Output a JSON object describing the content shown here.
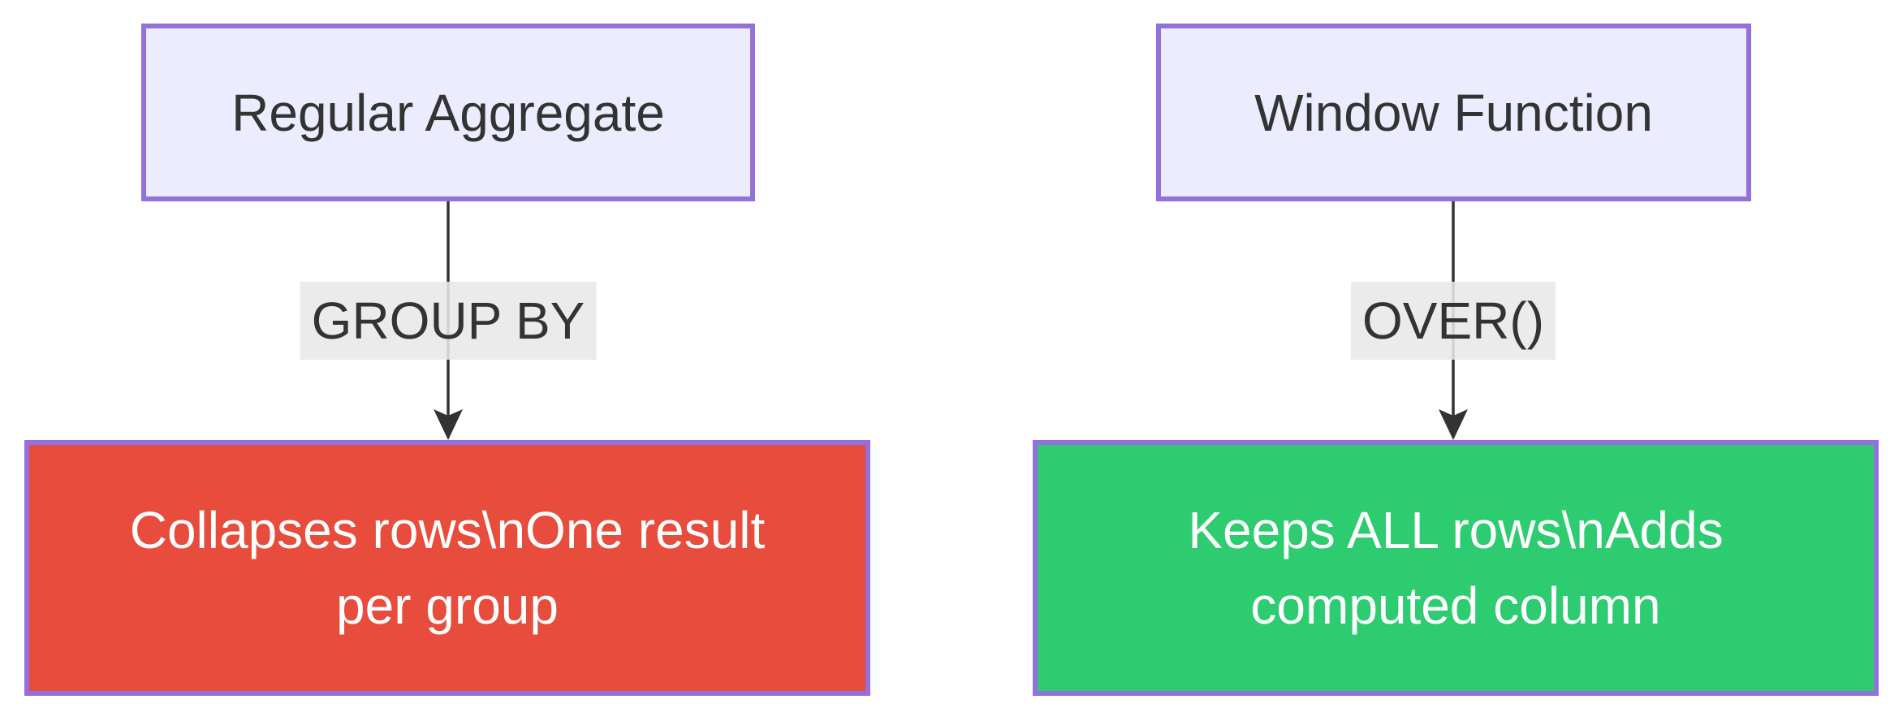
{
  "diagram": {
    "type": "flowchart",
    "direction": "top-down",
    "nodes": {
      "regular_aggregate": {
        "label": "Regular Aggregate"
      },
      "window_function": {
        "label": "Window Function"
      },
      "collapses": {
        "line1": "Collapses rows\\nOne result",
        "line2": "per group",
        "full_text": "Collapses rows\\nOne result per group"
      },
      "keeps": {
        "line1": "Keeps ALL rows\\nAdds",
        "line2": "computed column",
        "full_text": "Keeps ALL rows\\nAdds computed column"
      }
    },
    "edges": {
      "group_by": {
        "label": "GROUP BY",
        "from": "Regular Aggregate",
        "to": "Collapses rows\\nOne result per group"
      },
      "over": {
        "label": "OVER()",
        "from": "Window Function",
        "to": "Keeps ALL rows\\nAdds computed column"
      }
    },
    "colors": {
      "source_node_fill": "#ECECFF",
      "node_border": "#9370DB",
      "red_result_fill": "#E74C3C",
      "green_result_fill": "#2ECC71",
      "edge_label_bg": "#E8E8E8",
      "dark_text": "#333333",
      "light_text": "#FFFFFF",
      "edge_stroke": "#333333",
      "background": "#FFFFFF"
    }
  }
}
